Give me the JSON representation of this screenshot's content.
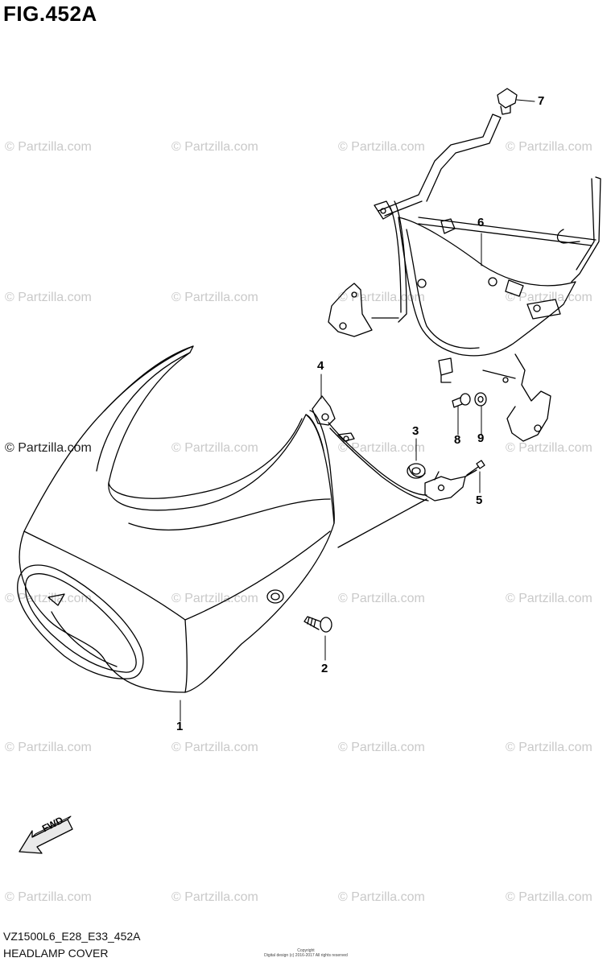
{
  "figure": {
    "title": "FIG.452A",
    "code": "VZ1500L6_E28_E33_452A",
    "name": "HEADLAMP COVER",
    "copyright": "Copyright",
    "copyright_line2": "Digital design (c) 2016-2017 All rights reserved"
  },
  "watermark": "© Partzilla.com",
  "fwd_label": "FWD",
  "callouts": [
    {
      "id": "1",
      "part": "headlamp-cover"
    },
    {
      "id": "2",
      "part": "bolt"
    },
    {
      "id": "3",
      "part": "grommet"
    },
    {
      "id": "4",
      "part": "cover-bracket"
    },
    {
      "id": "5",
      "part": "screw"
    },
    {
      "id": "6",
      "part": "headlamp-bracket"
    },
    {
      "id": "7",
      "part": "cushion"
    },
    {
      "id": "8",
      "part": "bolt"
    },
    {
      "id": "9",
      "part": "washer"
    }
  ]
}
